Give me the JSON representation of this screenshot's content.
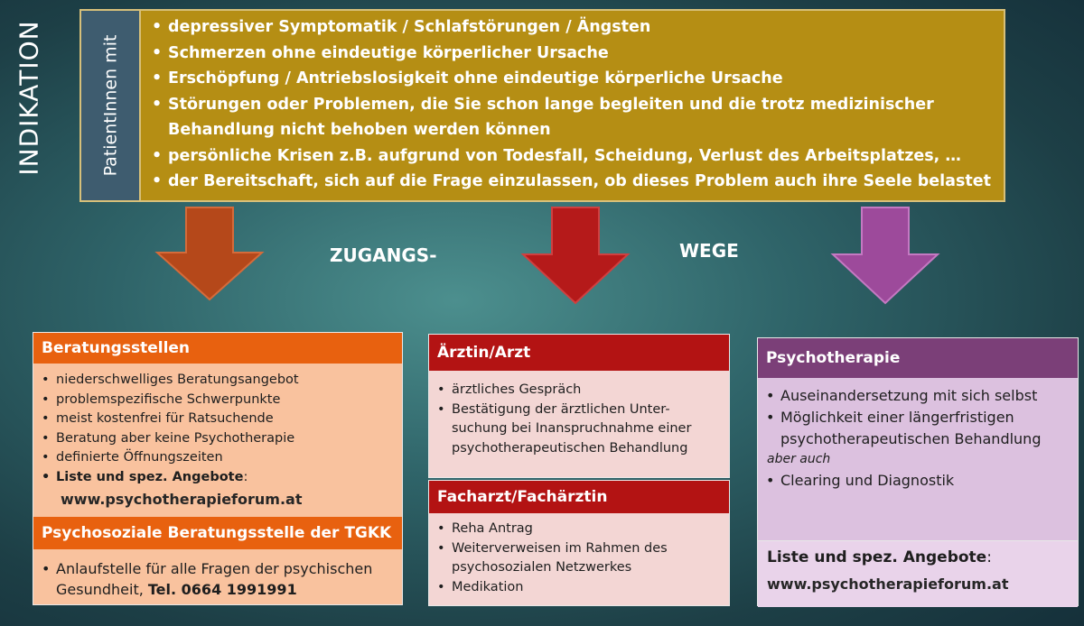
{
  "indikation": {
    "title": "INDIKATION",
    "side_label": "PatientInnen mit",
    "items": [
      "depressiver Symptomatik / Schlafstörungen / Ängsten",
      "Schmerzen ohne eindeutige körperlicher Ursache",
      "Erschöpfung / Antriebslosigkeit ohne eindeutige körperliche Ursache",
      "Störungen oder Problemen, die Sie schon lange begleiten und die trotz medizinischer Behandlung nicht behoben werden können",
      "persönliche Krisen z.B. aufgrund von Todesfall, Scheidung, Verlust des Arbeitsplatzes, …",
      "der Bereitschaft, sich auf die Frage einzulassen, ob dieses Problem auch ihre Seele belastet"
    ]
  },
  "zugangswege": {
    "left": "ZUGANGS-",
    "right": "WEGE"
  },
  "colors": {
    "indikation_box": "#b58e14",
    "arrow_orange": "#b5481a",
    "arrow_red": "#b51a1a",
    "arrow_purple": "#9d4a9b"
  },
  "beratung": {
    "title": "Beratungsstellen",
    "items": [
      "niederschwelliges Beratungsangebot",
      "problemspezifische Schwerpunkte",
      "meist kostenfrei für Ratsuchende",
      "Beratung aber keine Psychotherapie",
      "definierte Öffnungszeiten"
    ],
    "list_label": "Liste und spez. Angebote",
    "list_colon": ":",
    "url": "www.psychotherapieforum.at"
  },
  "psychosozial": {
    "title": "Psychosoziale Beratungsstelle der TGKK",
    "text": "Anlaufstelle für alle Fragen der psychischen Gesundheit, ",
    "phone": "Tel. 0664 1991991"
  },
  "arzt": {
    "title": "Ärztin/Arzt",
    "items": [
      "ärztliches Gespräch"
    ],
    "item2": "Bestätigung der ärztlichen Unter-suchung bei Inanspruchnahme einer psychotherapeutischen Behandlung"
  },
  "facharzt": {
    "title": "Facharzt/Fachärztin",
    "items": [
      "Reha Antrag",
      "Weiterverweisen im Rahmen des psychosozialen Netzwerkes",
      "Medikation"
    ]
  },
  "psychotherapie": {
    "title": "Psychotherapie",
    "items": [
      "Auseinandersetzung mit sich selbst",
      "Möglichkeit einer längerfristigen psychotherapeutischen Behandlung"
    ],
    "aber": "aber auch",
    "items2": [
      "Clearing und Diagnostik"
    ],
    "list_label": "Liste und spez. Angebote",
    "list_colon": ":",
    "url": "www.psychotherapieforum.at"
  }
}
